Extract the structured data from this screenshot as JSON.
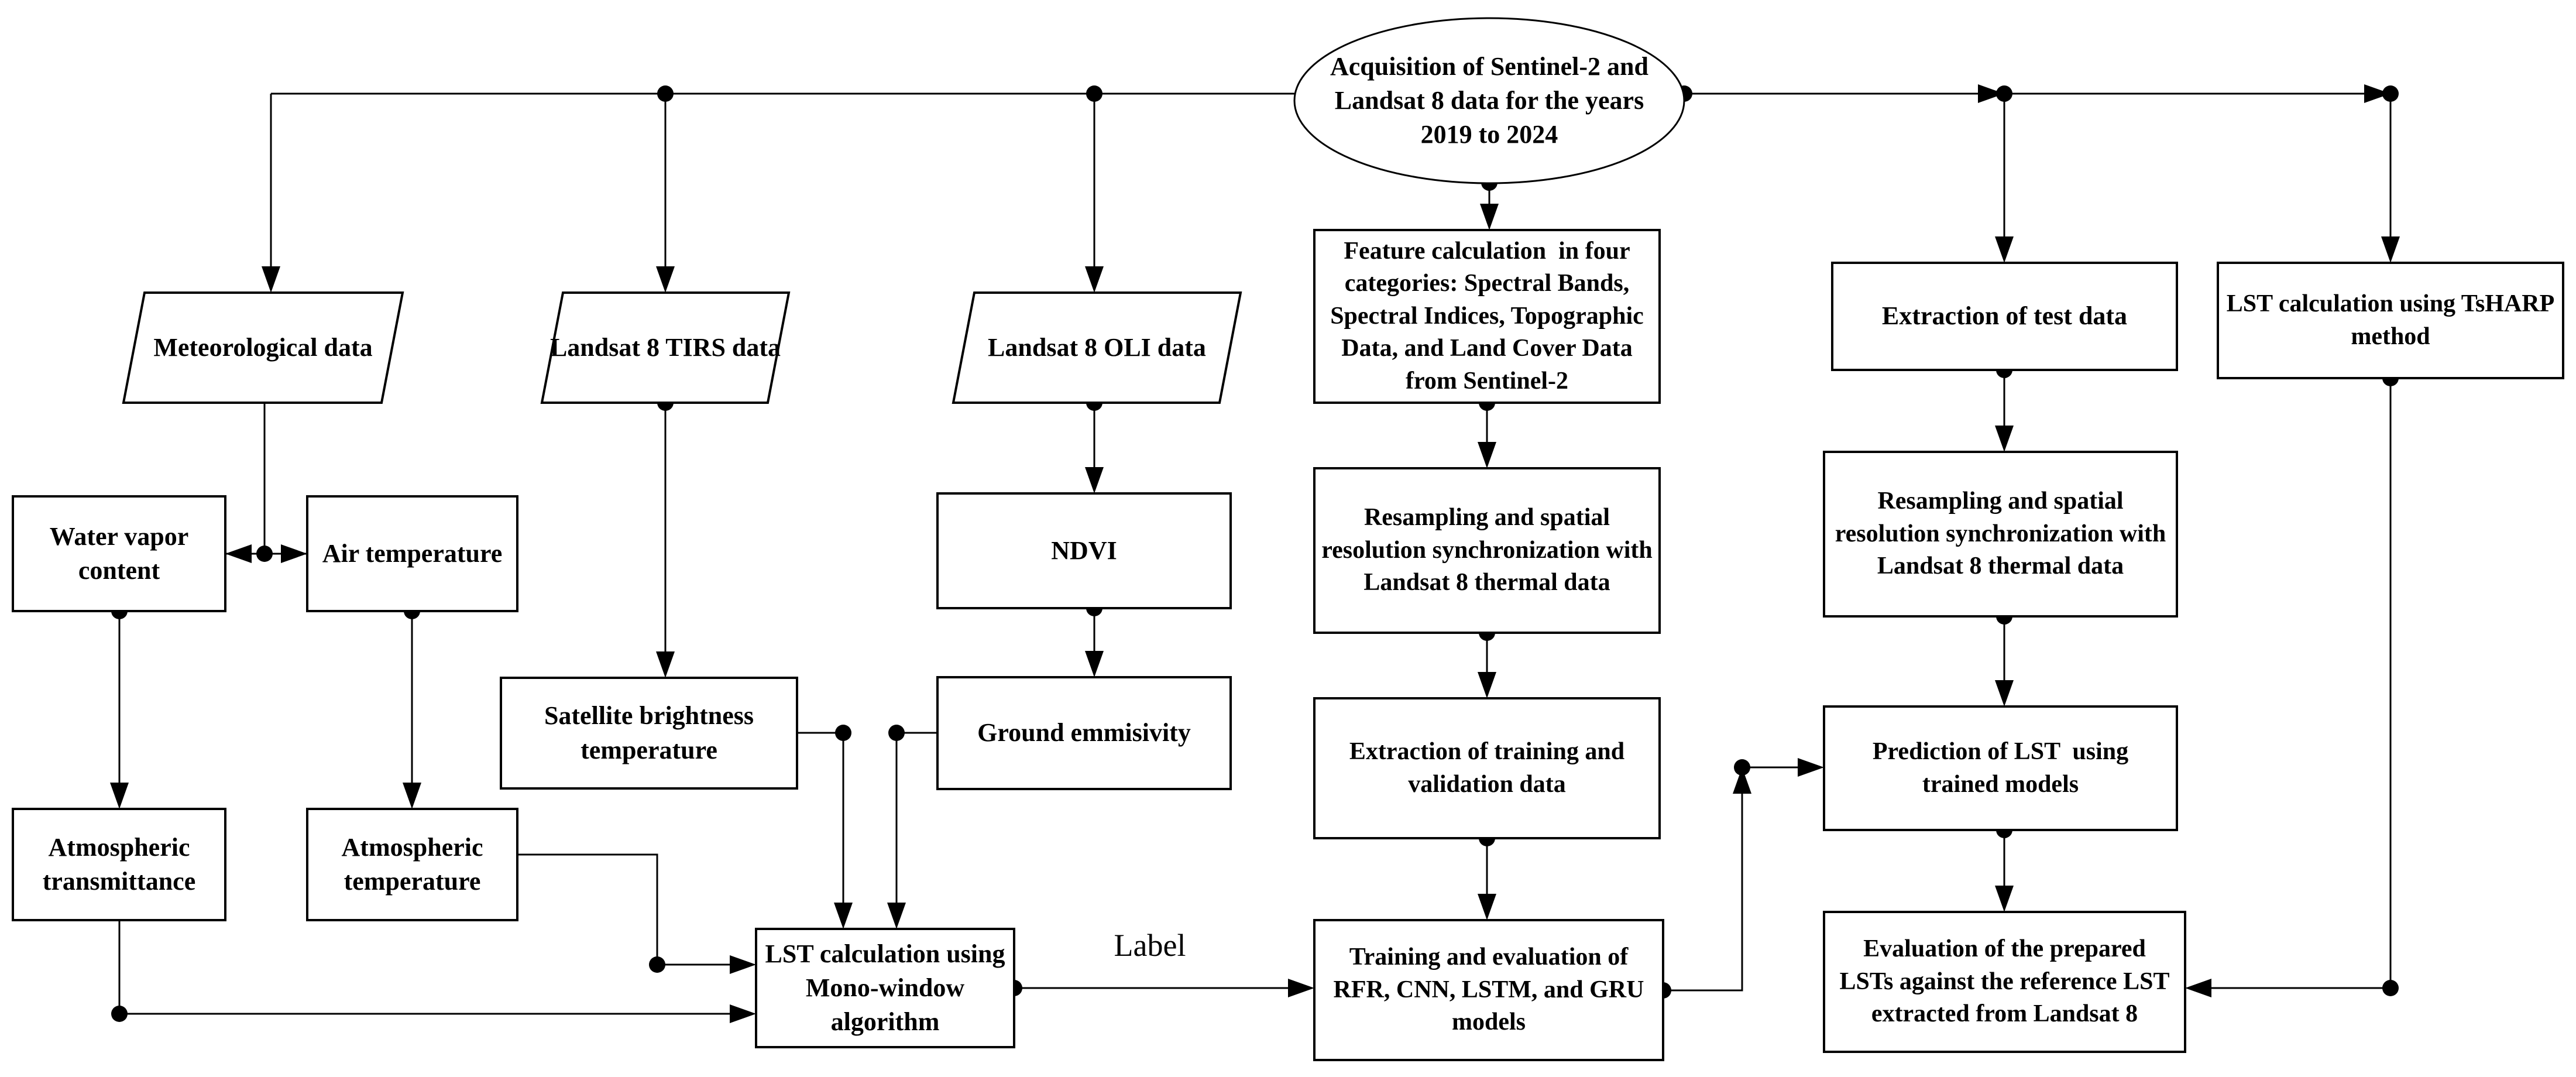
{
  "diagram": {
    "type": "flowchart",
    "colors": {
      "stroke": "#000000",
      "background": "#ffffff",
      "text": "#000000"
    },
    "nodes": {
      "acquisition": {
        "shape": "ellipse",
        "label": "Acquisition of Sentinel-2 and\nLandsat 8 data for the years\n2019 to 2024"
      },
      "meteorological_data": {
        "shape": "parallelogram",
        "label": "Meteorological data"
      },
      "landsat8_tirs": {
        "shape": "parallelogram",
        "label": "Landsat 8 TIRS data"
      },
      "landsat8_oli": {
        "shape": "parallelogram",
        "label": "Landsat 8 OLI data"
      },
      "water_vapor": {
        "shape": "rect",
        "label": "Water vapor\ncontent"
      },
      "air_temperature": {
        "shape": "rect",
        "label": "Air temperature"
      },
      "ndvi": {
        "shape": "rect",
        "label": "NDVI"
      },
      "satellite_brightness": {
        "shape": "rect",
        "label": "Satellite brightness\ntemperature"
      },
      "ground_emmisivity": {
        "shape": "rect",
        "label": "Ground emmisivity"
      },
      "atmospheric_transmittance": {
        "shape": "rect",
        "label": "Atmospheric\ntransmittance"
      },
      "atmospheric_temperature": {
        "shape": "rect",
        "label": "Atmospheric\ntemperature"
      },
      "lst_mono_window": {
        "shape": "rect",
        "label": "LST calculation using\nMono-window\nalgorithm"
      },
      "feature_calculation": {
        "shape": "rect",
        "label": "Feature calculation  in four\ncategories: Spectral Bands,\nSpectral Indices, Topographic\nData, and Land Cover Data\nfrom Sentinel-2"
      },
      "resampling_train": {
        "shape": "rect",
        "label": "Resampling and spatial\nresolution synchronization with\nLandsat 8 thermal data"
      },
      "extraction_training": {
        "shape": "rect",
        "label": "Extraction of training and\nvalidation data"
      },
      "training_evaluation": {
        "shape": "rect",
        "label": "Training and evaluation of\nRFR, CNN, LSTM, and GRU\nmodels"
      },
      "extraction_test": {
        "shape": "rect",
        "label": "Extraction of test data"
      },
      "resampling_test": {
        "shape": "rect",
        "label": "Resampling and spatial\nresolution synchronization with\nLandsat 8 thermal data"
      },
      "prediction_lst": {
        "shape": "rect",
        "label": "Prediction of LST  using\ntrained models"
      },
      "evaluation": {
        "shape": "rect",
        "label": "Evaluation of the prepared\nLSTs against the reference LST\nextracted from Landsat 8"
      },
      "tsharp": {
        "shape": "rect",
        "label": "LST calculation using TsHARP\nmethod"
      }
    },
    "edge_labels": {
      "label": "Label"
    }
  }
}
